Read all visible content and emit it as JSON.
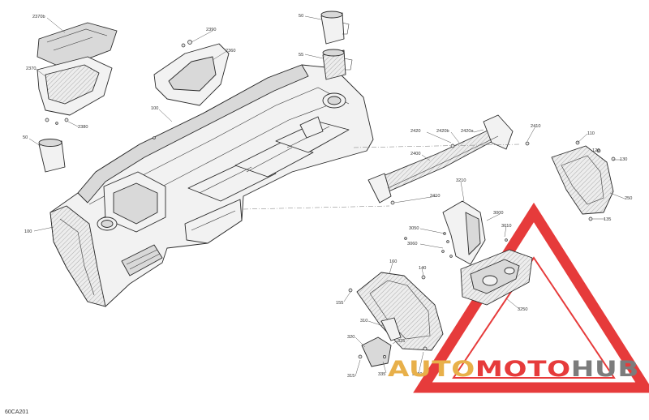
{
  "diagram": {
    "drawing_code": "60CA201",
    "watermark": {
      "part_a": "AUTO",
      "part_b": "MOTO",
      "part_c": "HUB",
      "color_a": "#e8b04a",
      "color_b": "#e63b3b",
      "color_c": "#7c7c7c",
      "triangle_color": "#e63b3b"
    },
    "callouts": [
      {
        "id": "c2370b",
        "text": "2370b"
      },
      {
        "id": "c2370",
        "text": "2370"
      },
      {
        "id": "c2380",
        "text": "2380"
      },
      {
        "id": "c2390",
        "text": "2390"
      },
      {
        "id": "c2360",
        "text": "2360"
      },
      {
        "id": "c50a",
        "text": "50"
      },
      {
        "id": "c55",
        "text": "55"
      },
      {
        "id": "c50b",
        "text": "50"
      },
      {
        "id": "c100a",
        "text": "100"
      },
      {
        "id": "c100b",
        "text": "100"
      },
      {
        "id": "c2420",
        "text": "2420"
      },
      {
        "id": "c2420b",
        "text": "2420b"
      },
      {
        "id": "c2420a",
        "text": "2420a"
      },
      {
        "id": "c2410a",
        "text": "2410"
      },
      {
        "id": "c2400",
        "text": "2400"
      },
      {
        "id": "c2410b",
        "text": "2410"
      },
      {
        "id": "c110",
        "text": "110"
      },
      {
        "id": "c120",
        "text": "120"
      },
      {
        "id": "c130",
        "text": "130"
      },
      {
        "id": "c250",
        "text": "250"
      },
      {
        "id": "c135",
        "text": "135"
      },
      {
        "id": "c3210",
        "text": "3210"
      },
      {
        "id": "c3000",
        "text": "3000"
      },
      {
        "id": "c3010",
        "text": "3010"
      },
      {
        "id": "c3050",
        "text": "3050"
      },
      {
        "id": "c3060",
        "text": "3060"
      },
      {
        "id": "c160",
        "text": "160"
      },
      {
        "id": "c140",
        "text": "140"
      },
      {
        "id": "c155",
        "text": "155"
      },
      {
        "id": "c3250",
        "text": "3250"
      },
      {
        "id": "c310",
        "text": "310"
      },
      {
        "id": "c320",
        "text": "320"
      },
      {
        "id": "c325",
        "text": "325"
      },
      {
        "id": "c315",
        "text": "315"
      },
      {
        "id": "c335",
        "text": "335"
      },
      {
        "id": "c3310",
        "text": "3310"
      }
    ]
  }
}
